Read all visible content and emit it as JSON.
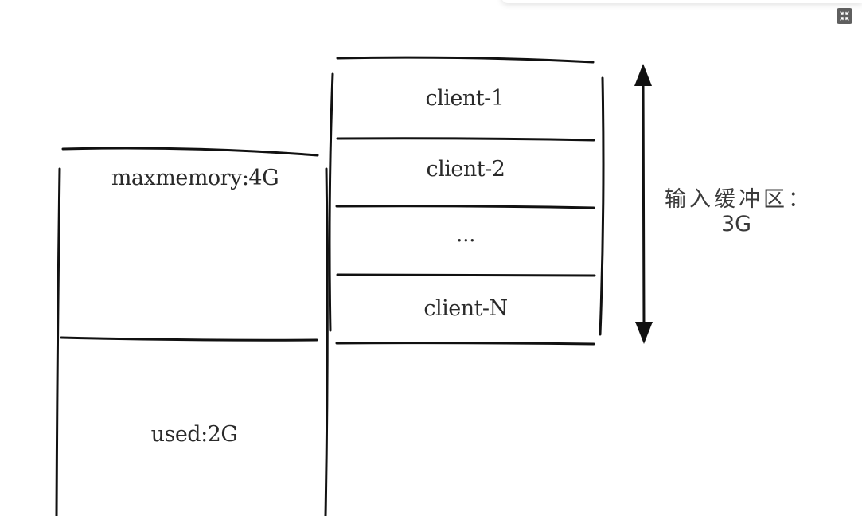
{
  "memory": {
    "max_label": "maxmemory:4G",
    "used_label": "used:2G"
  },
  "buffer": {
    "clients": [
      "client-1",
      "client-2",
      "...",
      "client-N"
    ],
    "label_line1": "输入缓冲区：",
    "label_line2": "3G"
  },
  "icons": {
    "fullscreen": "collapse-fullscreen-icon"
  }
}
